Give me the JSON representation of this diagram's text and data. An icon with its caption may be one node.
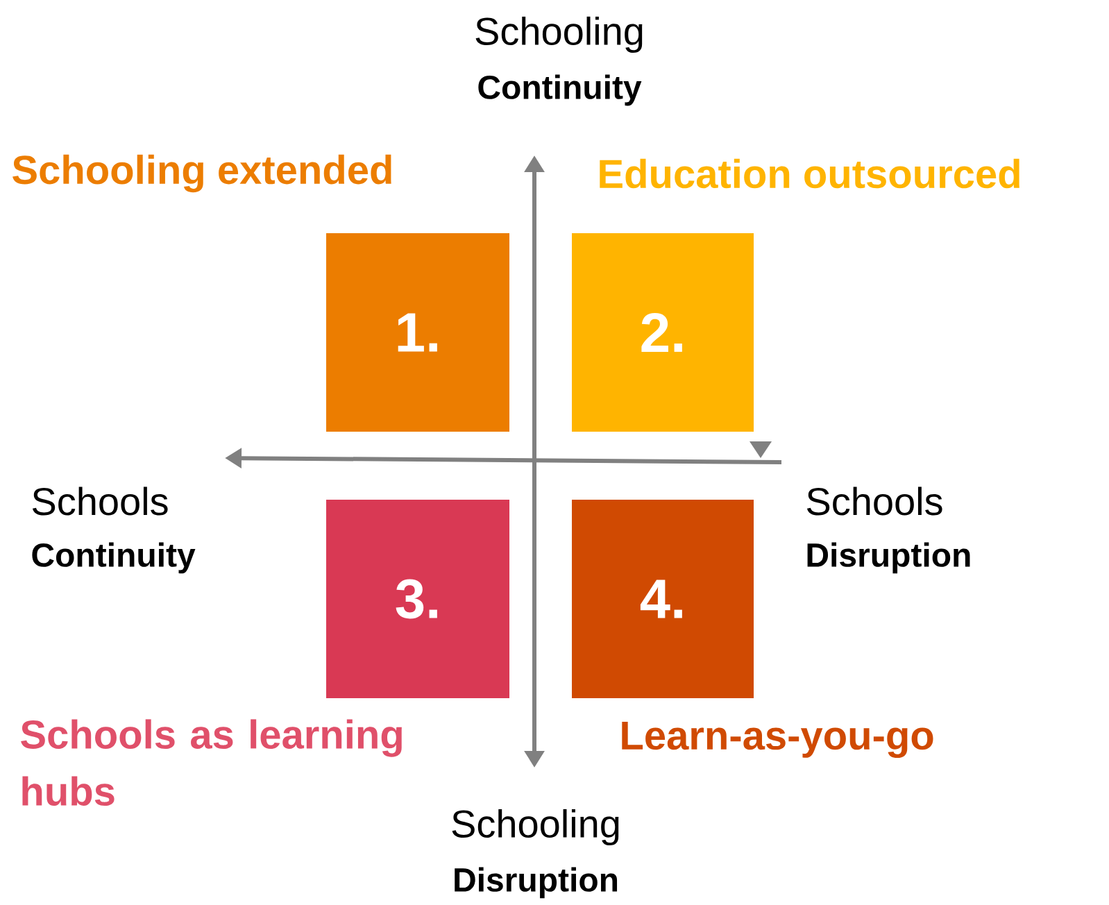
{
  "diagram": {
    "nodes": [
      {
        "text": [
          "1."
        ],
        "beside": [
          "Schooling extended"
        ]
      },
      {
        "text": [
          "2."
        ],
        "beside": [
          "Education outsourced"
        ]
      },
      {
        "text": [
          "3."
        ],
        "beside": [
          "Schools as learning hubs"
        ]
      },
      {
        "text": [
          "4."
        ],
        "beside": [
          "Learn-as-you-go"
        ]
      }
    ],
    "labels": [
      "Schooling",
      "Continuity",
      "Schools",
      "Continuity",
      "Schools",
      "Disruption",
      "Schooling",
      "Disruption"
    ]
  }
}
